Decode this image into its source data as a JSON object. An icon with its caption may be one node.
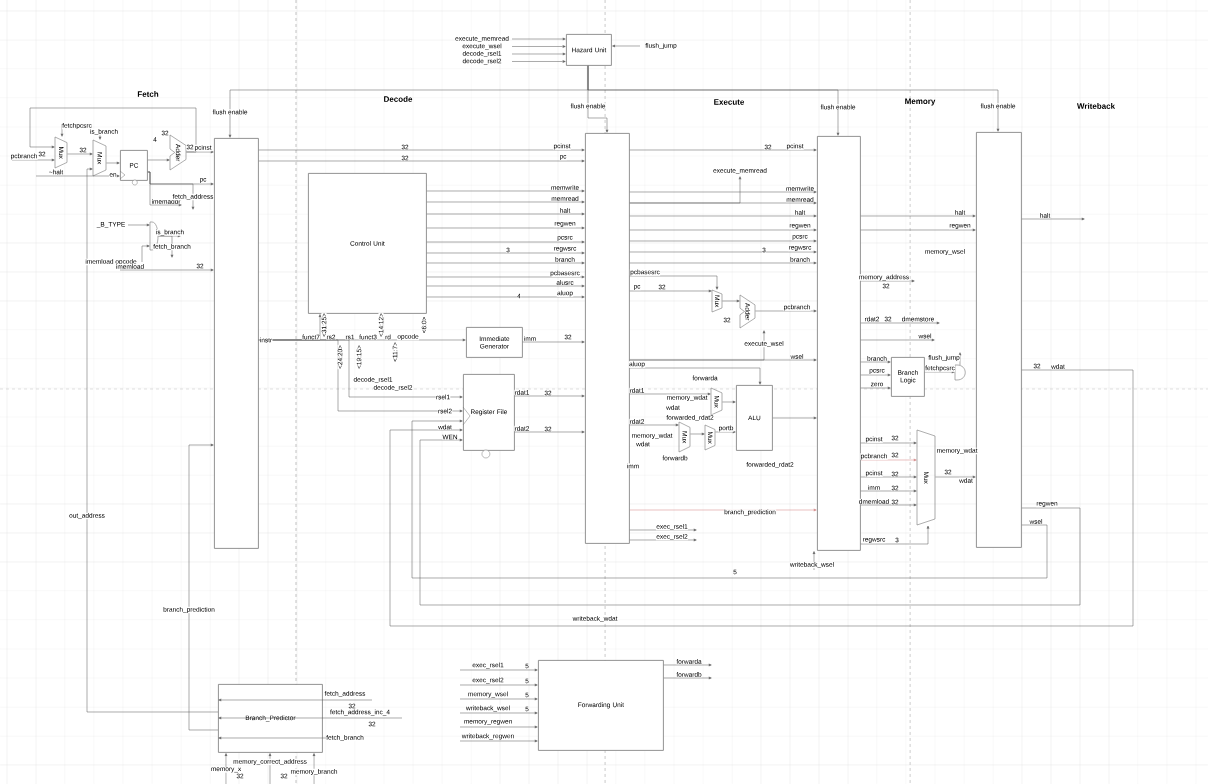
{
  "diagram": {
    "nodes": [
      {
        "text": [
          "Mux"
        ]
      },
      {
        "text": [
          "Mux"
        ]
      },
      {
        "text": [
          "PC"
        ]
      },
      {
        "text": [
          "Adder"
        ]
      },
      {
        "text": [],
        "shape": "gate"
      },
      {
        "text": [],
        "shape": "bar"
      },
      {
        "text": [
          "Control Unit"
        ]
      },
      {
        "text": [
          "Immediate Generator"
        ]
      },
      {
        "text": [
          "Register File"
        ]
      },
      {
        "text": [
          "Hazard Unit"
        ]
      },
      {
        "text": [],
        "shape": "bar"
      },
      {
        "text": [
          "Mux"
        ]
      },
      {
        "text": [
          "Adder"
        ]
      },
      {
        "text": [
          "Mux"
        ]
      },
      {
        "text": [
          "Mux"
        ]
      },
      {
        "text": [
          "Mux"
        ]
      },
      {
        "text": [
          "ALU"
        ]
      },
      {
        "text": [],
        "shape": "bar"
      },
      {
        "text": [
          "Branch Logic"
        ]
      },
      {
        "text": [],
        "shape": "gate"
      },
      {
        "text": [
          "Mux"
        ]
      },
      {
        "text": [],
        "shape": "bar"
      },
      {
        "text": [
          "Forwarding Unit"
        ]
      },
      {
        "text": [
          "Branch_Predictor"
        ]
      }
    ],
    "edges": [
      {
        "from": 0,
        "to": 1,
        "arrow": "to"
      },
      {
        "from": 1,
        "to": 2,
        "arrow": "to"
      },
      {
        "from": 2,
        "to": 3,
        "arrow": "to"
      },
      {
        "from": 3,
        "to": 5,
        "arrow": "to",
        "label": "pcinst"
      },
      {
        "from": 3,
        "to": 0,
        "arrow": "to"
      },
      {
        "from": 2,
        "to": 5,
        "arrow": "to",
        "label": "pc"
      },
      {
        "from": 23,
        "to": 1,
        "arrow": "to",
        "label": "out_address"
      },
      {
        "from": 23,
        "to": 5,
        "arrow": "to",
        "label": "branch_prediction"
      },
      {
        "from": 9,
        "to": 5,
        "arrow": "to",
        "label": "flush enable"
      },
      {
        "from": 9,
        "to": 10,
        "arrow": "to",
        "label": "flush enable"
      },
      {
        "from": 9,
        "to": 17,
        "arrow": "to",
        "label": "flush enable"
      },
      {
        "from": 9,
        "to": 21,
        "arrow": "to",
        "label": "flush enable"
      },
      {
        "from": 5,
        "to": 6,
        "arrow": "to",
        "label": "instr"
      },
      {
        "from": 5,
        "to": 7,
        "arrow": "to"
      },
      {
        "from": 5,
        "to": 8,
        "arrow": "to",
        "label": "rsel1"
      },
      {
        "from": 5,
        "to": 8,
        "arrow": "to",
        "label": "rsel2"
      },
      {
        "from": 6,
        "to": 10,
        "arrow": "to",
        "label": "memwrite"
      },
      {
        "from": 6,
        "to": 10,
        "arrow": "to",
        "label": "memread"
      },
      {
        "from": 6,
        "to": 10,
        "arrow": "to",
        "label": "halt"
      },
      {
        "from": 6,
        "to": 10,
        "arrow": "to",
        "label": "regwen"
      },
      {
        "from": 6,
        "to": 10,
        "arrow": "to",
        "label": "pcsrc"
      },
      {
        "from": 6,
        "to": 10,
        "arrow": "to",
        "label": "regwsrc"
      },
      {
        "from": 6,
        "to": 10,
        "arrow": "to",
        "label": "branch"
      },
      {
        "from": 6,
        "to": 10,
        "arrow": "to",
        "label": "pcbasesrc"
      },
      {
        "from": 6,
        "to": 10,
        "arrow": "to",
        "label": "alusrc"
      },
      {
        "from": 6,
        "to": 10,
        "arrow": "to",
        "label": "aluop"
      },
      {
        "from": 7,
        "to": 10,
        "arrow": "to",
        "label": "imm"
      },
      {
        "from": 8,
        "to": 10,
        "arrow": "to",
        "label": "rdat1"
      },
      {
        "from": 8,
        "to": 10,
        "arrow": "to",
        "label": "rdat2"
      },
      {
        "from": 5,
        "to": 10,
        "arrow": "to",
        "label": "pcinst"
      },
      {
        "from": 5,
        "to": 10,
        "arrow": "to",
        "label": "pc"
      },
      {
        "from": 10,
        "to": 17,
        "arrow": "to",
        "label": "pcinst"
      },
      {
        "from": 10,
        "to": 17,
        "arrow": "to",
        "label": "memwrite"
      },
      {
        "from": 10,
        "to": 17,
        "arrow": "to",
        "label": "memread"
      },
      {
        "from": 10,
        "to": 17,
        "arrow": "to",
        "label": "halt"
      },
      {
        "from": 10,
        "to": 17,
        "arrow": "to",
        "label": "regwen"
      },
      {
        "from": 10,
        "to": 17,
        "arrow": "to",
        "label": "pcsrc"
      },
      {
        "from": 10,
        "to": 17,
        "arrow": "to",
        "label": "regwsrc"
      },
      {
        "from": 10,
        "to": 17,
        "arrow": "to",
        "label": "branch"
      },
      {
        "from": 10,
        "to": 11,
        "arrow": "to",
        "label": "pcbasesrc"
      },
      {
        "from": 10,
        "to": 11,
        "arrow": "to",
        "label": "pc"
      },
      {
        "from": 11,
        "to": 12,
        "arrow": "to"
      },
      {
        "from": 12,
        "to": 17,
        "arrow": "to",
        "label": "pcbranch"
      },
      {
        "from": 10,
        "to": 17,
        "arrow": "to",
        "label": "wsel"
      },
      {
        "from": 10,
        "to": null,
        "arrow": "to",
        "label": "execute_wsel"
      },
      {
        "from": 10,
        "to": null,
        "arrow": "to",
        "label": "execute_memread"
      },
      {
        "from": 10,
        "to": 16,
        "arrow": "to",
        "label": "aluop"
      },
      {
        "from": 10,
        "to": 13,
        "arrow": "to",
        "label": "rdat1"
      },
      {
        "from": 10,
        "to": 14,
        "arrow": "to",
        "label": "rdat2"
      },
      {
        "from": 13,
        "to": 16,
        "arrow": "to"
      },
      {
        "from": 14,
        "to": 15,
        "arrow": "to"
      },
      {
        "from": 15,
        "to": 16,
        "arrow": "to",
        "label": "portb"
      },
      {
        "from": 16,
        "to": 17,
        "arrow": "to"
      },
      {
        "from": 10,
        "to": 17,
        "arrow": "to",
        "label": "branch_prediction",
        "color": "#d08080"
      },
      {
        "from": 17,
        "to": 18,
        "arrow": "to",
        "label": "branch"
      },
      {
        "from": 17,
        "to": 18,
        "arrow": "to",
        "label": "pcsrc"
      },
      {
        "from": 17,
        "to": 18,
        "arrow": "to",
        "label": "zero"
      },
      {
        "from": 18,
        "to": 19,
        "arrow": "to",
        "label": "fetchpcsrc"
      },
      {
        "from": 19,
        "to": null,
        "arrow": "to",
        "label": "flush_jump"
      },
      {
        "from": 17,
        "to": 21,
        "arrow": "to",
        "label": "halt"
      },
      {
        "from": 17,
        "to": 21,
        "arrow": "to",
        "label": "regwen"
      },
      {
        "from": 17,
        "to": 20,
        "arrow": "to",
        "label": "pcinst"
      },
      {
        "from": 17,
        "to": 20,
        "arrow": "to",
        "label": "pcbranch",
        "color": "#d08080"
      },
      {
        "from": 17,
        "to": 20,
        "arrow": "to",
        "label": "pcinst"
      },
      {
        "from": 17,
        "to": 20,
        "arrow": "to",
        "label": "imm"
      },
      {
        "from": 17,
        "to": 20,
        "arrow": "to",
        "label": "dmemload"
      },
      {
        "from": 17,
        "to": 20,
        "arrow": "to",
        "label": "regwsrc"
      },
      {
        "from": 20,
        "to": 21,
        "arrow": "to",
        "label": "wdat"
      },
      {
        "from": 17,
        "to": null,
        "arrow": "to",
        "label": "memory_address"
      },
      {
        "from": 17,
        "to": null,
        "arrow": "to",
        "label": "dmemstore"
      },
      {
        "from": 17,
        "to": null,
        "arrow": "to",
        "label": "wsel"
      },
      {
        "from": 21,
        "to": null,
        "arrow": "to",
        "label": "halt"
      },
      {
        "from": 21,
        "to": 8,
        "arrow": "to",
        "label": "regwen"
      },
      {
        "from": 21,
        "to": 8,
        "arrow": "to",
        "label": "wsel"
      },
      {
        "from": 21,
        "to": 8,
        "arrow": "to",
        "label": "wdat"
      },
      {
        "from": 22,
        "to": null,
        "arrow": "to",
        "label": "forwarda"
      },
      {
        "from": 22,
        "to": null,
        "arrow": "to",
        "label": "forwardb"
      },
      {
        "from": null,
        "to": 22,
        "arrow": "to",
        "label": "exec_rsel1"
      },
      {
        "from": null,
        "to": 22,
        "arrow": "to",
        "label": "exec_rsel2"
      },
      {
        "from": null,
        "to": 22,
        "arrow": "to",
        "label": "memory_wsel"
      },
      {
        "from": null,
        "to": 22,
        "arrow": "to",
        "label": "writeback_wsel"
      },
      {
        "from": null,
        "to": 22,
        "arrow": "to",
        "label": "memory_regwen"
      },
      {
        "from": null,
        "to": 22,
        "arrow": "to",
        "label": "writeback_regwen"
      },
      {
        "from": null,
        "to": 23,
        "arrow": "to",
        "label": "fetch_address"
      },
      {
        "from": null,
        "to": 23,
        "arrow": "to",
        "label": "fetch_address_inc_4"
      },
      {
        "from": null,
        "to": 23,
        "arrow": "to",
        "label": "fetch_branch"
      },
      {
        "from": null,
        "to": 23,
        "arrow": "to",
        "label": "memory_x"
      },
      {
        "from": null,
        "to": 23,
        "arrow": "to",
        "label": "memory_correct_address"
      },
      {
        "from": null,
        "to": 23,
        "arrow": "to",
        "label": "memory_branch"
      },
      {
        "from": null,
        "to": 9,
        "arrow": "to",
        "label": "execute_memread"
      },
      {
        "from": null,
        "to": 9,
        "arrow": "to",
        "label": "execute_wsel"
      },
      {
        "from": null,
        "to": 9,
        "arrow": "to",
        "label": "decode_rsel1"
      },
      {
        "from": null,
        "to": 9,
        "arrow": "to",
        "label": "decode_rsel2"
      },
      {
        "from": null,
        "to": 9,
        "arrow": "to",
        "label": "flush_jump"
      },
      {
        "from": 4,
        "to": null,
        "arrow": "to",
        "label": "is_branch"
      },
      {
        "from": 4,
        "to": null,
        "arrow": "to",
        "label": "fetch_branch"
      },
      {
        "from": null,
        "to": 4,
        "arrow": "to",
        "label": "_B_TYPE"
      },
      {
        "from": null,
        "to": 4,
        "arrow": "to",
        "label": "imemload opcode"
      },
      {
        "from": null,
        "to": 0,
        "arrow": "to",
        "label": "fetchpcsrc"
      },
      {
        "from": null,
        "to": 1,
        "arrow": "to",
        "label": "is_branch"
      },
      {
        "from": null,
        "to": 0,
        "arrow": "to",
        "label": "pcbranch"
      },
      {
        "from": null,
        "to": 2,
        "arrow": "to",
        "label": "~halt"
      },
      {
        "from": 2,
        "to": null,
        "arrow": "to",
        "label": "imemaddr"
      },
      {
        "from": 2,
        "to": null,
        "arrow": "to",
        "label": "fetch_address"
      },
      {
        "from": null,
        "to": 5,
        "arrow": "to",
        "label": "imemload"
      },
      {
        "from": 10,
        "to": null,
        "arrow": "to",
        "label": "exec_rsel1"
      },
      {
        "from": 10,
        "to": null,
        "arrow": "to",
        "label": "exec_rsel2"
      },
      {
        "from": null,
        "to": 17,
        "arrow": "to",
        "label": "writeback_wsel"
      }
    ],
    "labels": [
      "Fetch",
      "Decode",
      "Execute",
      "Memory",
      "Writeback",
      "4",
      "en",
      "funct7",
      "rs2",
      "rs1",
      "funct3",
      "rd",
      "opcode",
      "<31:25>",
      "<24:20>",
      "<19:15>",
      "<14:12>",
      "<11:7>",
      "<6:0>",
      "decode_rsel1",
      "decode_rsel2",
      "wdat",
      "WEN",
      "forwarda",
      "forwarded_rdat2",
      "memory_wdat",
      "wdat",
      "memory_wdat",
      "wdat",
      "forwardb",
      "imm",
      "forwarded_rdat2",
      "writeback_wdat",
      "rdat2",
      "memory_wsel",
      "memory_wdat",
      "32",
      "32",
      "32",
      "32",
      "32",
      "32",
      "32",
      "3",
      "32",
      "32",
      "32",
      "32",
      "3",
      "32",
      "32",
      "32",
      "32",
      "32",
      "32",
      "32",
      "32",
      "32",
      "3",
      "32",
      "32",
      "5",
      "4",
      "5",
      "5",
      "5",
      "32",
      "5",
      "32",
      "32",
      "32"
    ]
  }
}
